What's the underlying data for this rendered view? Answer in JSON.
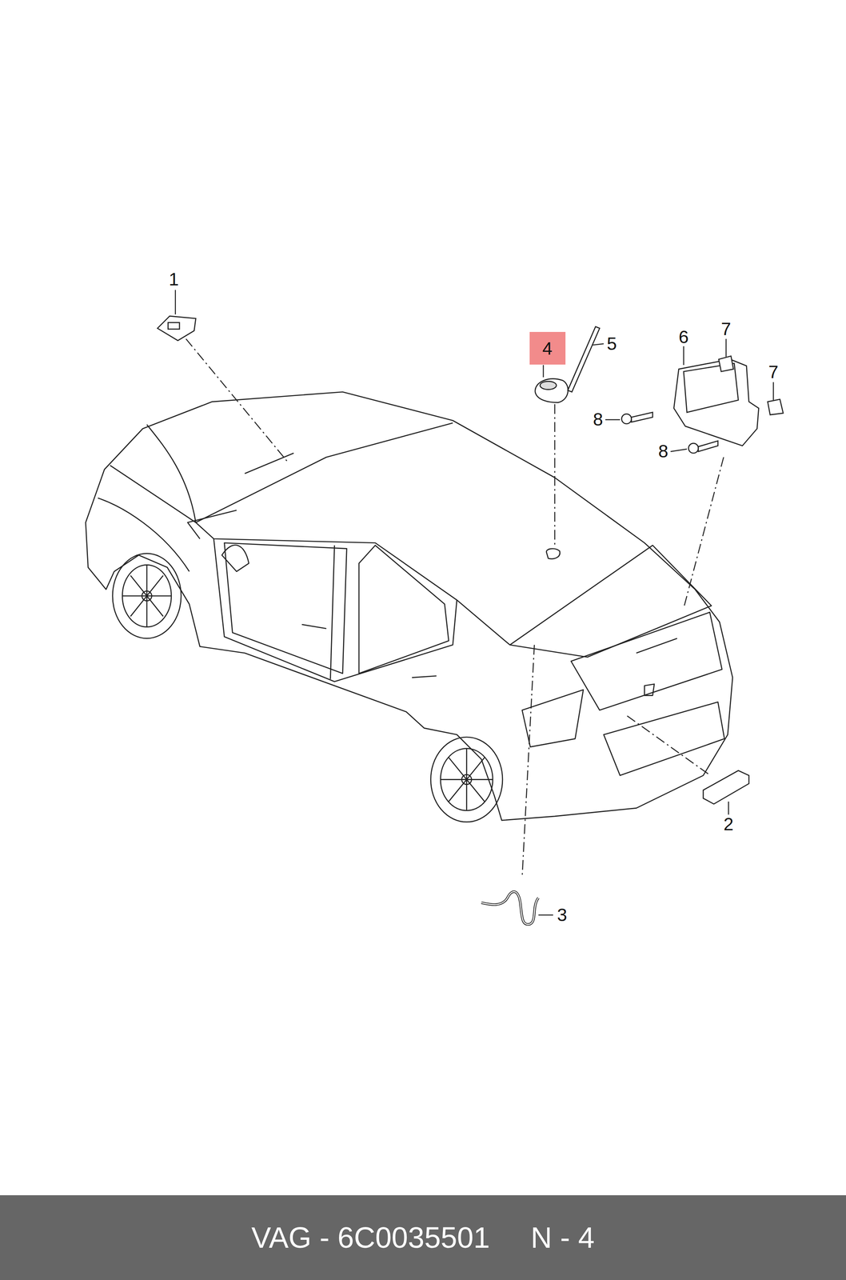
{
  "diagram": {
    "nodes": [
      {
        "text": [
          "4"
        ]
      },
      {
        "text": [
          "VAG - 6C0035501     N - 4"
        ]
      }
    ],
    "labels": [
      "1",
      "5",
      "6",
      "7",
      "7",
      "8",
      "8",
      "2",
      "3"
    ]
  }
}
